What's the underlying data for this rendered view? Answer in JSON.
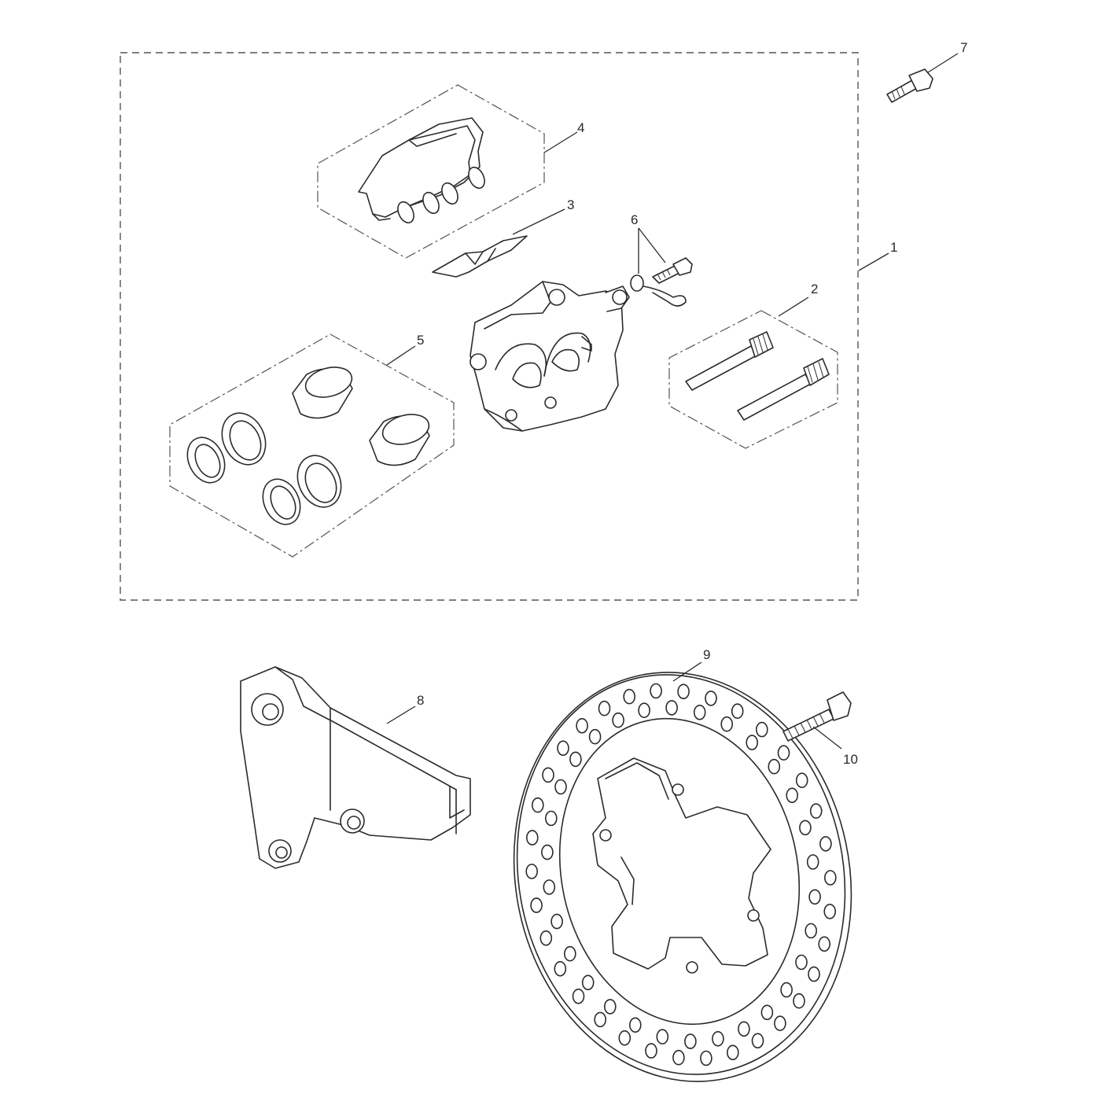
{
  "diagram": {
    "callouts": [
      {
        "id": "1",
        "label": "1"
      },
      {
        "id": "2",
        "label": "2"
      },
      {
        "id": "3",
        "label": "3"
      },
      {
        "id": "4",
        "label": "4"
      },
      {
        "id": "5",
        "label": "5"
      },
      {
        "id": "6",
        "label": "6"
      },
      {
        "id": "7",
        "label": "7"
      },
      {
        "id": "8",
        "label": "8"
      },
      {
        "id": "9",
        "label": "9"
      },
      {
        "id": "10",
        "label": "10"
      }
    ]
  },
  "colors": {
    "line": "#2b2b2b",
    "background": "#ffffff"
  }
}
